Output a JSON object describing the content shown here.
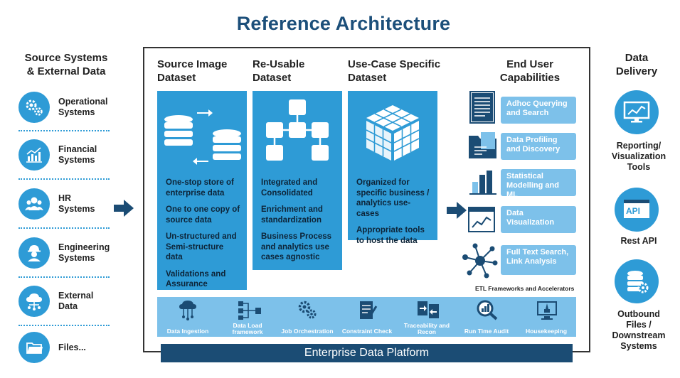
{
  "title": "Reference Architecture",
  "left": {
    "heading": "Source Systems\n& External Data",
    "items": [
      {
        "label": "Operational\nSystems",
        "icon": "gears-icon"
      },
      {
        "label": "Financial\nSystems",
        "icon": "finance-chart-icon"
      },
      {
        "label": "HR\nSystems",
        "icon": "people-icon"
      },
      {
        "label": "Engineering\nSystems",
        "icon": "engineer-icon"
      },
      {
        "label": "External\nData",
        "icon": "cloud-network-icon"
      },
      {
        "label": "Files...",
        "icon": "folder-icon"
      }
    ]
  },
  "columns": [
    {
      "heading": "Source Image\nDataset",
      "points": [
        "One-stop store of enterprise data",
        "One to one copy of source data",
        "Un-structured and Semi-structure data",
        "Validations and Assurance"
      ]
    },
    {
      "heading": "Re-Usable\nDataset",
      "points": [
        "Integrated and Consolidated",
        "Enrichment and standardization",
        "Business Process and analytics use cases agnostic"
      ]
    },
    {
      "heading": "Use-Case Specific\nDataset",
      "points": [
        "Organized for specific business / analytics use-cases",
        "Appropriate tools to host the data"
      ]
    }
  ],
  "capabilities": {
    "heading": "End User\nCapabilities",
    "items": [
      {
        "label": "Adhoc Querying and Search",
        "icon": "document-icon"
      },
      {
        "label": "Data Profiling and Discovery",
        "icon": "folder-doc-icon"
      },
      {
        "label": "Statistical Modelling and ML",
        "icon": "bar-chart-icon"
      },
      {
        "label": "Data Visualization",
        "icon": "line-chart-window-icon"
      },
      {
        "label": "Full Text Search, Link Analysis",
        "icon": "network-icon"
      }
    ]
  },
  "etl_label": "ETL Frameworks and Accelerators",
  "tools": [
    {
      "label": "Data Ingestion",
      "icon": "cloud-ingest-icon"
    },
    {
      "label": "Data Load framework",
      "icon": "data-load-icon"
    },
    {
      "label": "Job Orchestration",
      "icon": "gears-icon"
    },
    {
      "label": "Constraint Check",
      "icon": "checklist-icon"
    },
    {
      "label": "Traceability and Recon",
      "icon": "traceability-icon"
    },
    {
      "label": "Run Time Audit",
      "icon": "audit-magnifier-icon"
    },
    {
      "label": "Housekeeping",
      "icon": "housekeeping-icon"
    }
  ],
  "platform": "Enterprise Data Platform",
  "right": {
    "heading": "Data\nDelivery",
    "items": [
      {
        "label": "Reporting/\nVisualization\nTools",
        "icon": "monitor-chart-icon"
      },
      {
        "label": "Rest API",
        "icon": "api-icon"
      },
      {
        "label": "Outbound\nFiles /\nDownstream\nSystems",
        "icon": "database-gear-icon"
      }
    ],
    "api_text": "API"
  },
  "colors": {
    "primary_blue": "#2e9bd6",
    "light_blue": "#7dc1ea",
    "navy": "#1b4c74",
    "title": "#1c4f7a"
  }
}
